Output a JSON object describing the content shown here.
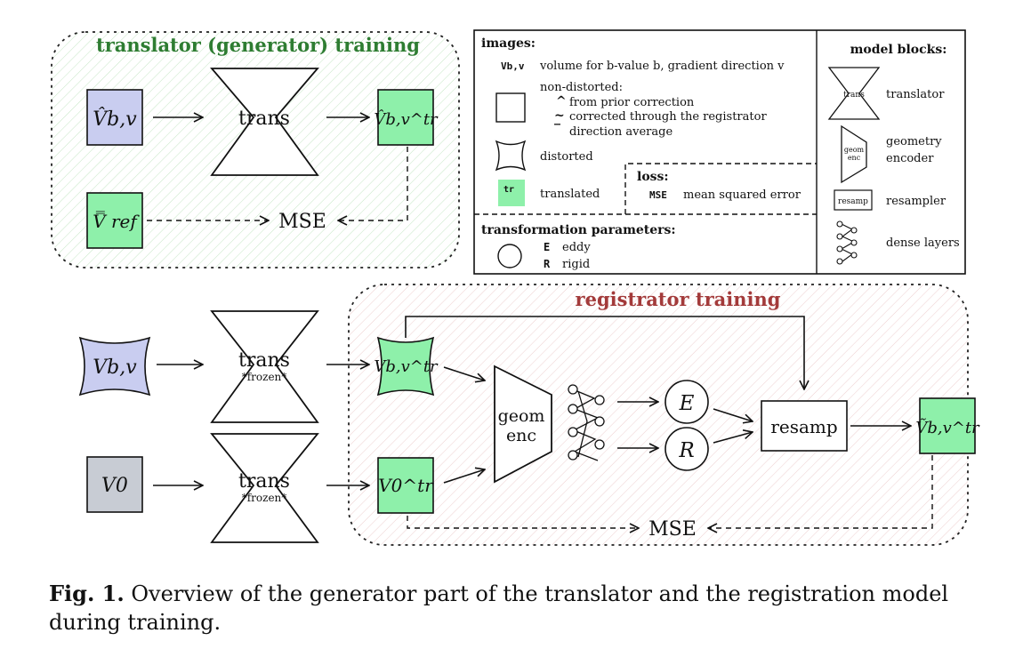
{
  "regions": {
    "translator_title": "translator (generator) training",
    "registrator_title": "registrator training"
  },
  "translator": {
    "input_label": "V̂b,v",
    "block_label": "trans",
    "output_label": "V̂b,v^tr",
    "ref_label": "V̿ ref",
    "mse_label": "MSE"
  },
  "registrator": {
    "input1_label": "Vb,v",
    "input2_label": "V0",
    "trans1_label": "trans",
    "trans1_sub": "*frozen*",
    "trans2_label": "trans",
    "trans2_sub": "*frozen*",
    "out1_label": "Vb,v^tr",
    "out2_label": "V0^tr",
    "geom_label_1": "geom",
    "geom_label_2": "enc",
    "eddy_label": "E",
    "rigid_label": "R",
    "resamp_label": "resamp",
    "final_label": "Ṽb,v^tr",
    "mse_label": "MSE"
  },
  "legend": {
    "images_title": "images:",
    "vbv_symbol": "Vb,v",
    "vbv_desc": "volume for b-value b, gradient direction v",
    "nondistorted_title": "non-distorted:",
    "prior_desc": "from prior correction",
    "corrected_desc": "corrected through the registrator",
    "average_desc": "direction average",
    "distorted_desc": "distorted",
    "tr_symbol": "tr",
    "translated_desc": "translated",
    "loss_title": "loss:",
    "mse_symbol": "MSE",
    "mse_desc": "mean squared error",
    "transform_title": "transformation parameters:",
    "eddy_symbol": "E",
    "eddy_desc": "eddy",
    "rigid_symbol": "R",
    "rigid_desc": "rigid",
    "model_title": "model blocks:",
    "trans_icon_label": "trans",
    "translator_desc": "translator",
    "geom_icon_1": "geom",
    "geom_icon_2": "enc",
    "geometry_desc_1": "geometry",
    "geometry_desc_2": "encoder",
    "resamp_icon_label": "resamp",
    "resampler_desc": "resampler",
    "dense_desc": "dense layers"
  },
  "caption": {
    "label": "Fig. 1.",
    "text": " Overview of the generator part of the translator and the registration model during training."
  },
  "colors": {
    "translator_region": "#2e7d32",
    "registrator_region": "#a33a3a",
    "blue_fill": "#c9cdf0",
    "green_fill": "#8ef0aa",
    "gray_fill": "#c8ccd4"
  }
}
